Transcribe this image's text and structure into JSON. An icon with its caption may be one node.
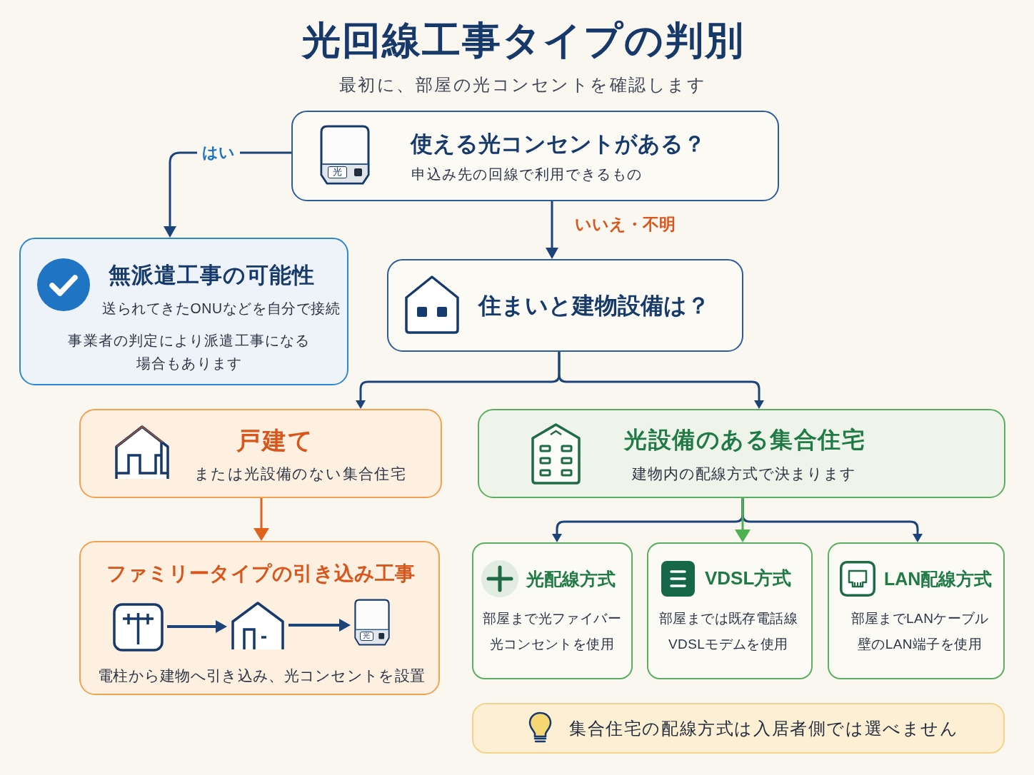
{
  "diagram": {
    "title": "光回線工事タイプの判別",
    "nodes": [
      {
        "text": [
          "使える光コンセントがある？",
          "申込み先の回線で利用できるもの"
        ]
      },
      {
        "text": [
          "無派遣工事の可能性",
          "送られてきたONUなどを自分で接続",
          "事業者の判定により派遣工事になる場合もあります"
        ]
      },
      {
        "text": [
          "住まいと建物設備は？"
        ]
      },
      {
        "text": [
          "戸建て",
          "または光設備のない集合住宅"
        ]
      },
      {
        "text": [
          "光設備のある集合住宅",
          "建物内の配線方式で決まります"
        ]
      },
      {
        "text": [
          "ファミリータイプの引き込み工事",
          "電柱から建物へ引き込み、光コンセントを設置"
        ]
      },
      {
        "text": [],
        "shape": "picture",
        "in": 5
      },
      {
        "text": [],
        "shape": "picture",
        "in": 5
      },
      {
        "text": [
          "光"
        ],
        "in": 5
      },
      {
        "text": [
          "光配線方式",
          "部屋まで光ファイバー",
          "光コンセントを使用"
        ]
      },
      {
        "text": [
          "VDSL方式",
          "部屋までは既存電話線",
          "VDSLモデムを使用"
        ]
      },
      {
        "text": [
          "LAN配線方式",
          "部屋までLANケーブル",
          "壁のLAN端子を使用"
        ]
      },
      {
        "text": [
          "集合住宅の配線方式は入居者側では選べません"
        ]
      }
    ],
    "edges": [
      {
        "from": 0,
        "to": 1,
        "arrow": "to",
        "label": "はい"
      },
      {
        "from": 0,
        "to": 2,
        "arrow": "to",
        "label": "いいえ・不明"
      },
      {
        "from": 2,
        "to": 3,
        "arrow": "to"
      },
      {
        "from": 2,
        "to": 4,
        "arrow": "to"
      },
      {
        "from": 3,
        "to": 5,
        "arrow": "to",
        "color": "#e0621f"
      },
      {
        "from": 4,
        "to": 10,
        "arrow": "to",
        "color": "#4caf50"
      },
      {
        "from": 4,
        "to": 9,
        "arrow": "to"
      },
      {
        "from": 4,
        "to": 11,
        "arrow": "to"
      },
      {
        "from": 6,
        "to": 7,
        "arrow": "to"
      },
      {
        "from": 7,
        "to": 8,
        "arrow": "to"
      }
    ],
    "labels": [
      "最初に、部屋の光コンセントを確認します",
      "光"
    ]
  }
}
